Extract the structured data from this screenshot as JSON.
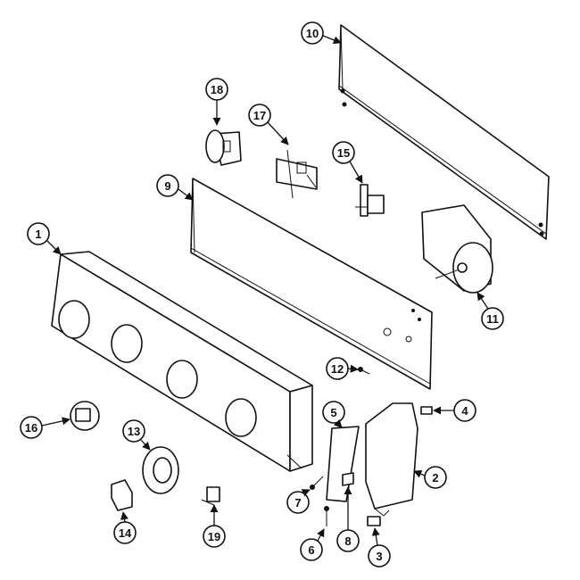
{
  "diagram": {
    "callouts": {
      "c1": "1",
      "c2": "2",
      "c3": "3",
      "c4": "4",
      "c5": "5",
      "c6": "6",
      "c7": "7",
      "c8": "8",
      "c9": "9",
      "c10": "10",
      "c11": "11",
      "c12": "12",
      "c13": "13",
      "c14": "14",
      "c15": "15",
      "c16": "16",
      "c17": "17",
      "c18": "18",
      "c19": "19"
    }
  }
}
